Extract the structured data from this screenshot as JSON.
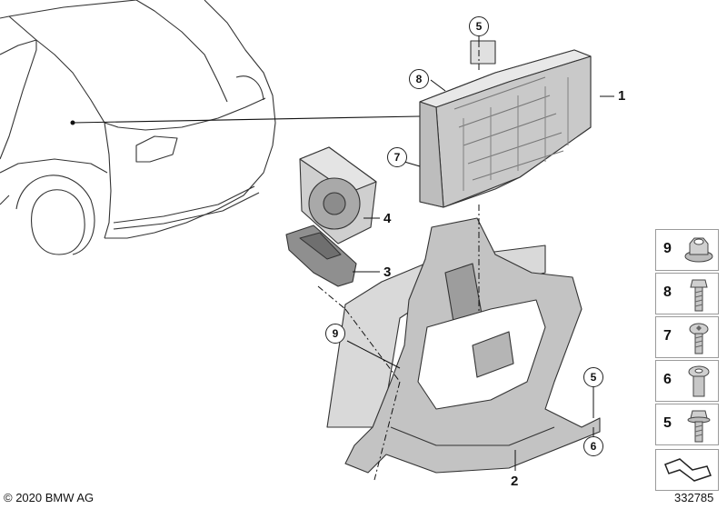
{
  "callouts": {
    "one": "1",
    "two": "2",
    "three": "3",
    "four": "4",
    "five_top": "5",
    "five_right": "5",
    "six": "6",
    "seven": "7",
    "eight": "8",
    "nine": "9"
  },
  "legend": [
    {
      "number": "9",
      "icon": "flange-nut-icon"
    },
    {
      "number": "8",
      "icon": "hex-bolt-icon"
    },
    {
      "number": "7",
      "icon": "torx-screw-icon"
    },
    {
      "number": "6",
      "icon": "spacer-bolt-icon"
    },
    {
      "number": "5",
      "icon": "hex-bolt-washer-icon"
    }
  ],
  "footer": {
    "copyright": "© 2020 BMW AG",
    "diagram_id": "332785"
  }
}
